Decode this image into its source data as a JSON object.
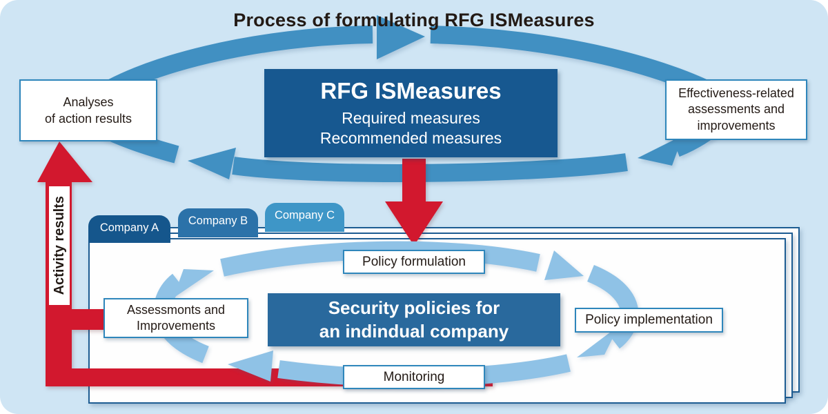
{
  "title": "Process of formulating RFG ISMeasures",
  "outer_cycle": {
    "center_box": {
      "heading": "RFG ISMeasures",
      "line1": "Required measures",
      "line2": "Recommended measures"
    },
    "analyses_box": "Analyses\nof action results",
    "effectiveness_box": "Effectiveness-related\nassessments and\nimprovements",
    "activity_arrow_label": "Activity results"
  },
  "company_panel": {
    "tabs": [
      {
        "label": "Company A"
      },
      {
        "label": "Company B"
      },
      {
        "label": "Company C"
      }
    ],
    "cycle": {
      "policy_formulation": "Policy formulation",
      "policy_implementation": "Policy implementation",
      "monitoring": "Monitoring",
      "assessments": "Assessmonts and\nImprovements",
      "center_box": "Security policies for\nan indindual company"
    }
  },
  "colors": {
    "background": "#cfe5f4",
    "outer_arc_blue": "#4190c2",
    "inner_arc_blue": "#8fc2e6",
    "dark_blue": "#15568c",
    "mid_blue": "#2b72a9",
    "light_tab_blue": "#3e96c7",
    "rfg_box_blue": "#175890",
    "security_box_blue": "#29699d",
    "red": "#d2182e",
    "box_border_blue": "#2e86bb",
    "panel_border_blue": "#1d5c92",
    "text_dark": "#231a15"
  }
}
